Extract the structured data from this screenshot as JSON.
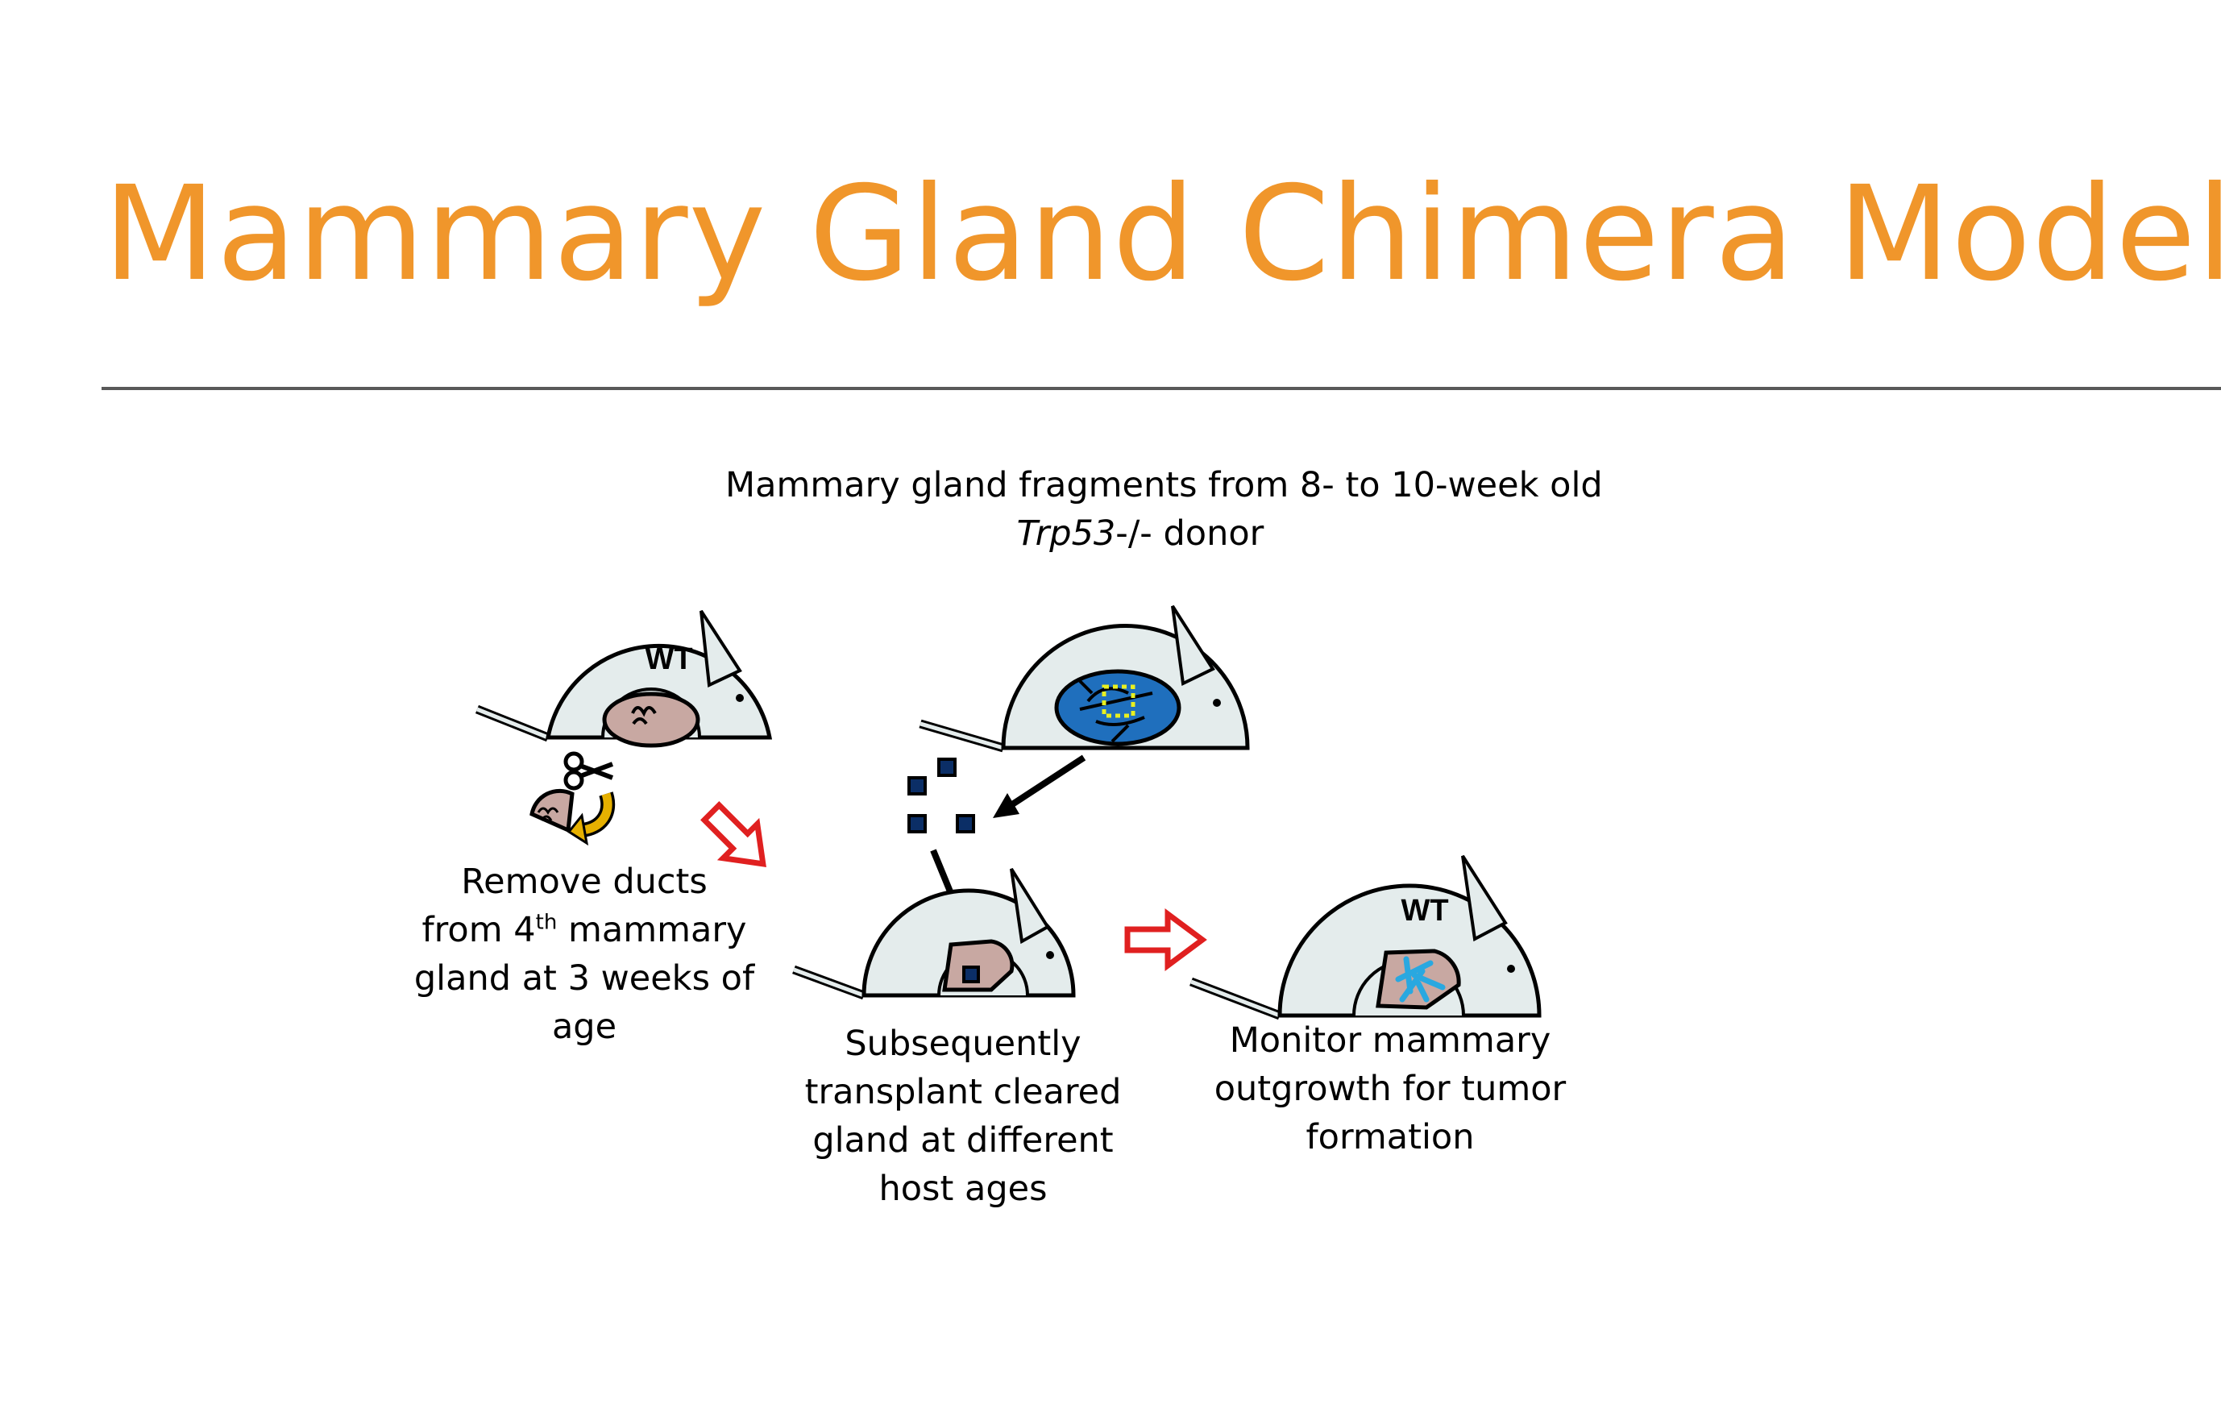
{
  "slide": {
    "title": "Mammary Gland Chimera Models",
    "donor_caption": {
      "line1": "Mammary gland fragments from 8- to 10-week old",
      "gene": "Trp53",
      "genotype_suffix": "-/- donor"
    },
    "step1": {
      "mouse_label": "WT",
      "line1": "Remove ducts",
      "line2_pre": "from 4",
      "line2_sup": "th",
      "line2_post": " mammary",
      "line3": "gland at 3 weeks of",
      "line4": "age"
    },
    "step2": {
      "line1": "Subsequently",
      "line2": "transplant cleared",
      "line3": "gland at different",
      "line4": "host ages"
    },
    "step3": {
      "mouse_label": "WT",
      "line1": "Monitor mammary",
      "line2": "outgrowth for tumor",
      "line3": "formation"
    }
  },
  "colors": {
    "title": "#f0962b",
    "rule": "#595959",
    "mouse_body": "#e4ecec",
    "gland": "#c8a8a2",
    "donor_gland": "#1f6fbd",
    "outgrowth": "#29a8e0",
    "flow_arrow": "#e02020",
    "yellow_arrow": "#e6b000",
    "fragment_outline": "#e8f020"
  },
  "icons": [
    "mouse-icon",
    "scissors-icon",
    "curved-arrow-icon",
    "fragment-cube-icon",
    "outline-arrow-icon"
  ]
}
